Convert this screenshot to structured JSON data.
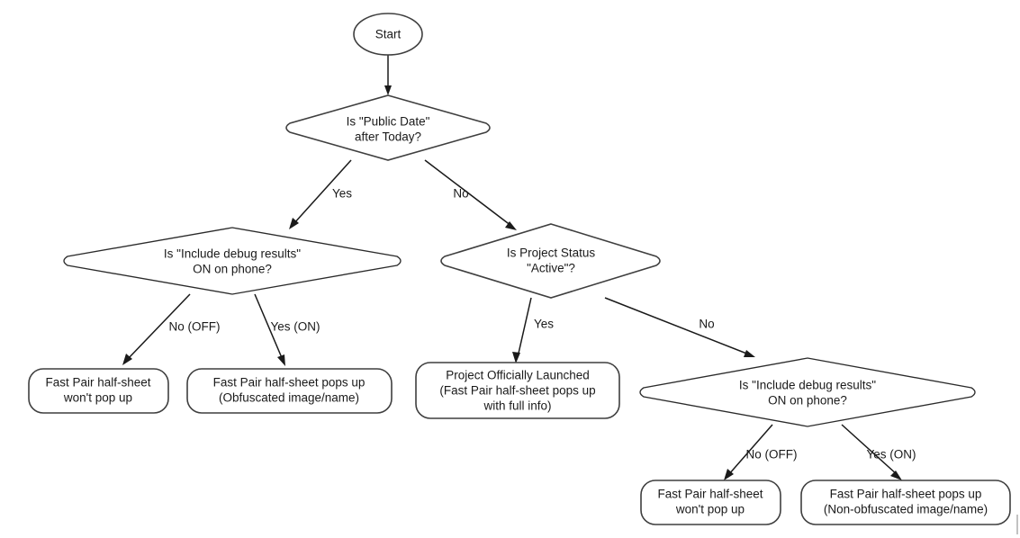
{
  "diagram": {
    "title": "Fast Pair half-sheet decision flow",
    "background_color": "#ffffff",
    "stroke_color": "#3f3f3f",
    "text_color": "#1a1a1a"
  },
  "nodes": {
    "start": {
      "shape": "ellipse",
      "lines": [
        "Start"
      ],
      "line1": "Start"
    },
    "decision_public_date": {
      "shape": "diamond",
      "line1": "Is \"Public Date\"",
      "line2": "after Today?"
    },
    "decision_debug_left": {
      "shape": "diamond",
      "line1": "Is \"Include debug results\"",
      "line2": "ON on phone?"
    },
    "decision_project_status": {
      "shape": "diamond",
      "line1": "Is Project Status",
      "line2": "\"Active\"?"
    },
    "decision_debug_right": {
      "shape": "diamond",
      "line1": "Is \"Include debug results\"",
      "line2": "ON on phone?"
    },
    "terminal_left_off": {
      "shape": "rounded-rect",
      "line1": "Fast Pair half-sheet",
      "line2": "won't pop up"
    },
    "terminal_left_on": {
      "shape": "rounded-rect",
      "line1": "Fast Pair half-sheet pops up",
      "line2": "(Obfuscated image/name)"
    },
    "terminal_launched": {
      "shape": "rounded-rect",
      "line1": "Project Officially Launched",
      "line2": "(Fast Pair half-sheet pops up",
      "line3": "with full info)"
    },
    "terminal_right_off": {
      "shape": "rounded-rect",
      "line1": "Fast Pair half-sheet",
      "line2": "won't pop up"
    },
    "terminal_right_on": {
      "shape": "rounded-rect",
      "line1": "Fast Pair half-sheet pops up",
      "line2": "(Non-obfuscated image/name)"
    }
  },
  "edge_labels": {
    "public_date_yes": "Yes",
    "public_date_no": "No",
    "debug_left_off": "No (OFF)",
    "debug_left_on": "Yes (ON)",
    "project_status_yes": "Yes",
    "project_status_no": "No",
    "debug_right_off": "No (OFF)",
    "debug_right_on": "Yes (ON)"
  }
}
